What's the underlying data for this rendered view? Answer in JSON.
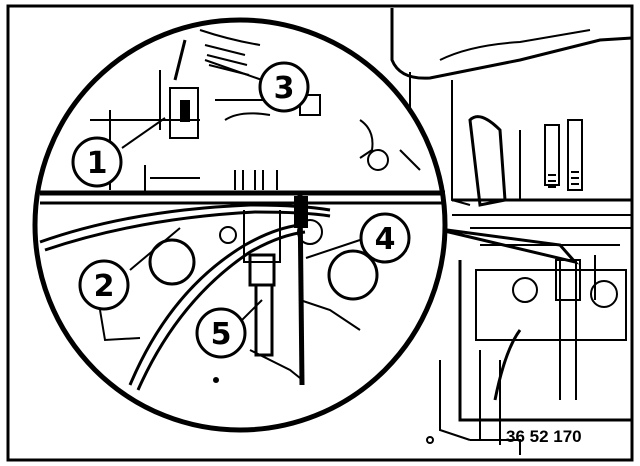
{
  "figure": {
    "reference_number": "36 52 170",
    "callouts": [
      "1",
      "2",
      "3",
      "4",
      "5"
    ]
  },
  "colors": {
    "ink": "#000000",
    "paper": "#ffffff"
  }
}
